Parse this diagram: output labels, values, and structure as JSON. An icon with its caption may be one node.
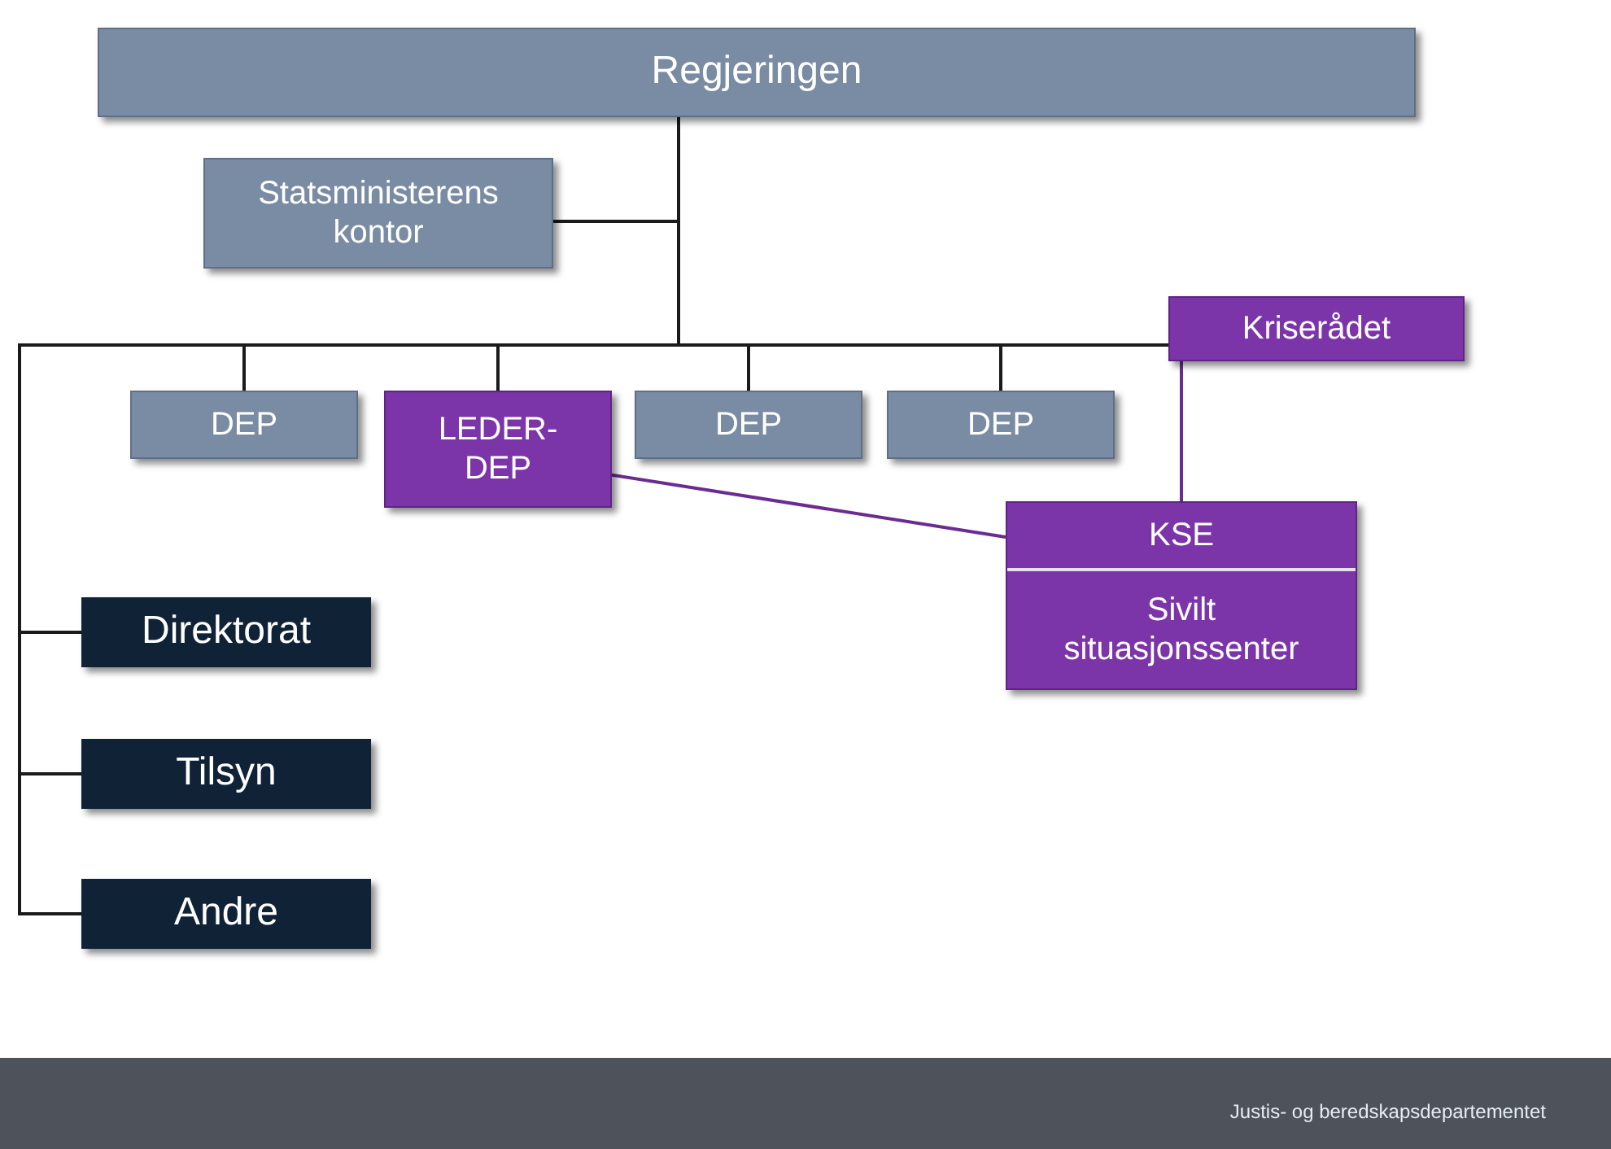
{
  "diagram": {
    "nodes": [
      {
        "text": [
          "Regjeringen"
        ]
      },
      {
        "text": [
          "Statsministerens kontor"
        ]
      },
      {
        "text": [
          "Kriserådet"
        ]
      },
      {
        "text": [
          "DEP"
        ]
      },
      {
        "text": [
          "LEDER-DEP"
        ]
      },
      {
        "text": [
          "DEP"
        ]
      },
      {
        "text": [
          "DEP"
        ]
      },
      {
        "text": [
          "KSE",
          "Sivilt situasjonssenter"
        ]
      },
      {
        "text": [
          "Direktorat"
        ]
      },
      {
        "text": [
          "Tilsyn"
        ]
      },
      {
        "text": [
          "Andre"
        ]
      }
    ],
    "edges": [
      {
        "from": 0,
        "to": 1,
        "arrow": "none"
      },
      {
        "from": 0,
        "to": 2,
        "arrow": "none"
      },
      {
        "from": 0,
        "to": 3,
        "arrow": "none"
      },
      {
        "from": 0,
        "to": 4,
        "arrow": "none"
      },
      {
        "from": 0,
        "to": 5,
        "arrow": "none"
      },
      {
        "from": 0,
        "to": 6,
        "arrow": "none"
      },
      {
        "from": 0,
        "to": 8,
        "arrow": "none"
      },
      {
        "from": 0,
        "to": 9,
        "arrow": "none"
      },
      {
        "from": 0,
        "to": 10,
        "arrow": "none"
      },
      {
        "from": 2,
        "to": 7,
        "arrow": "none",
        "color": "#6a2c91"
      },
      {
        "from": 4,
        "to": 7,
        "arrow": "none",
        "color": "#6a2c91"
      }
    ],
    "labels": [
      "Justis- og beredskapsdepartementet"
    ]
  }
}
